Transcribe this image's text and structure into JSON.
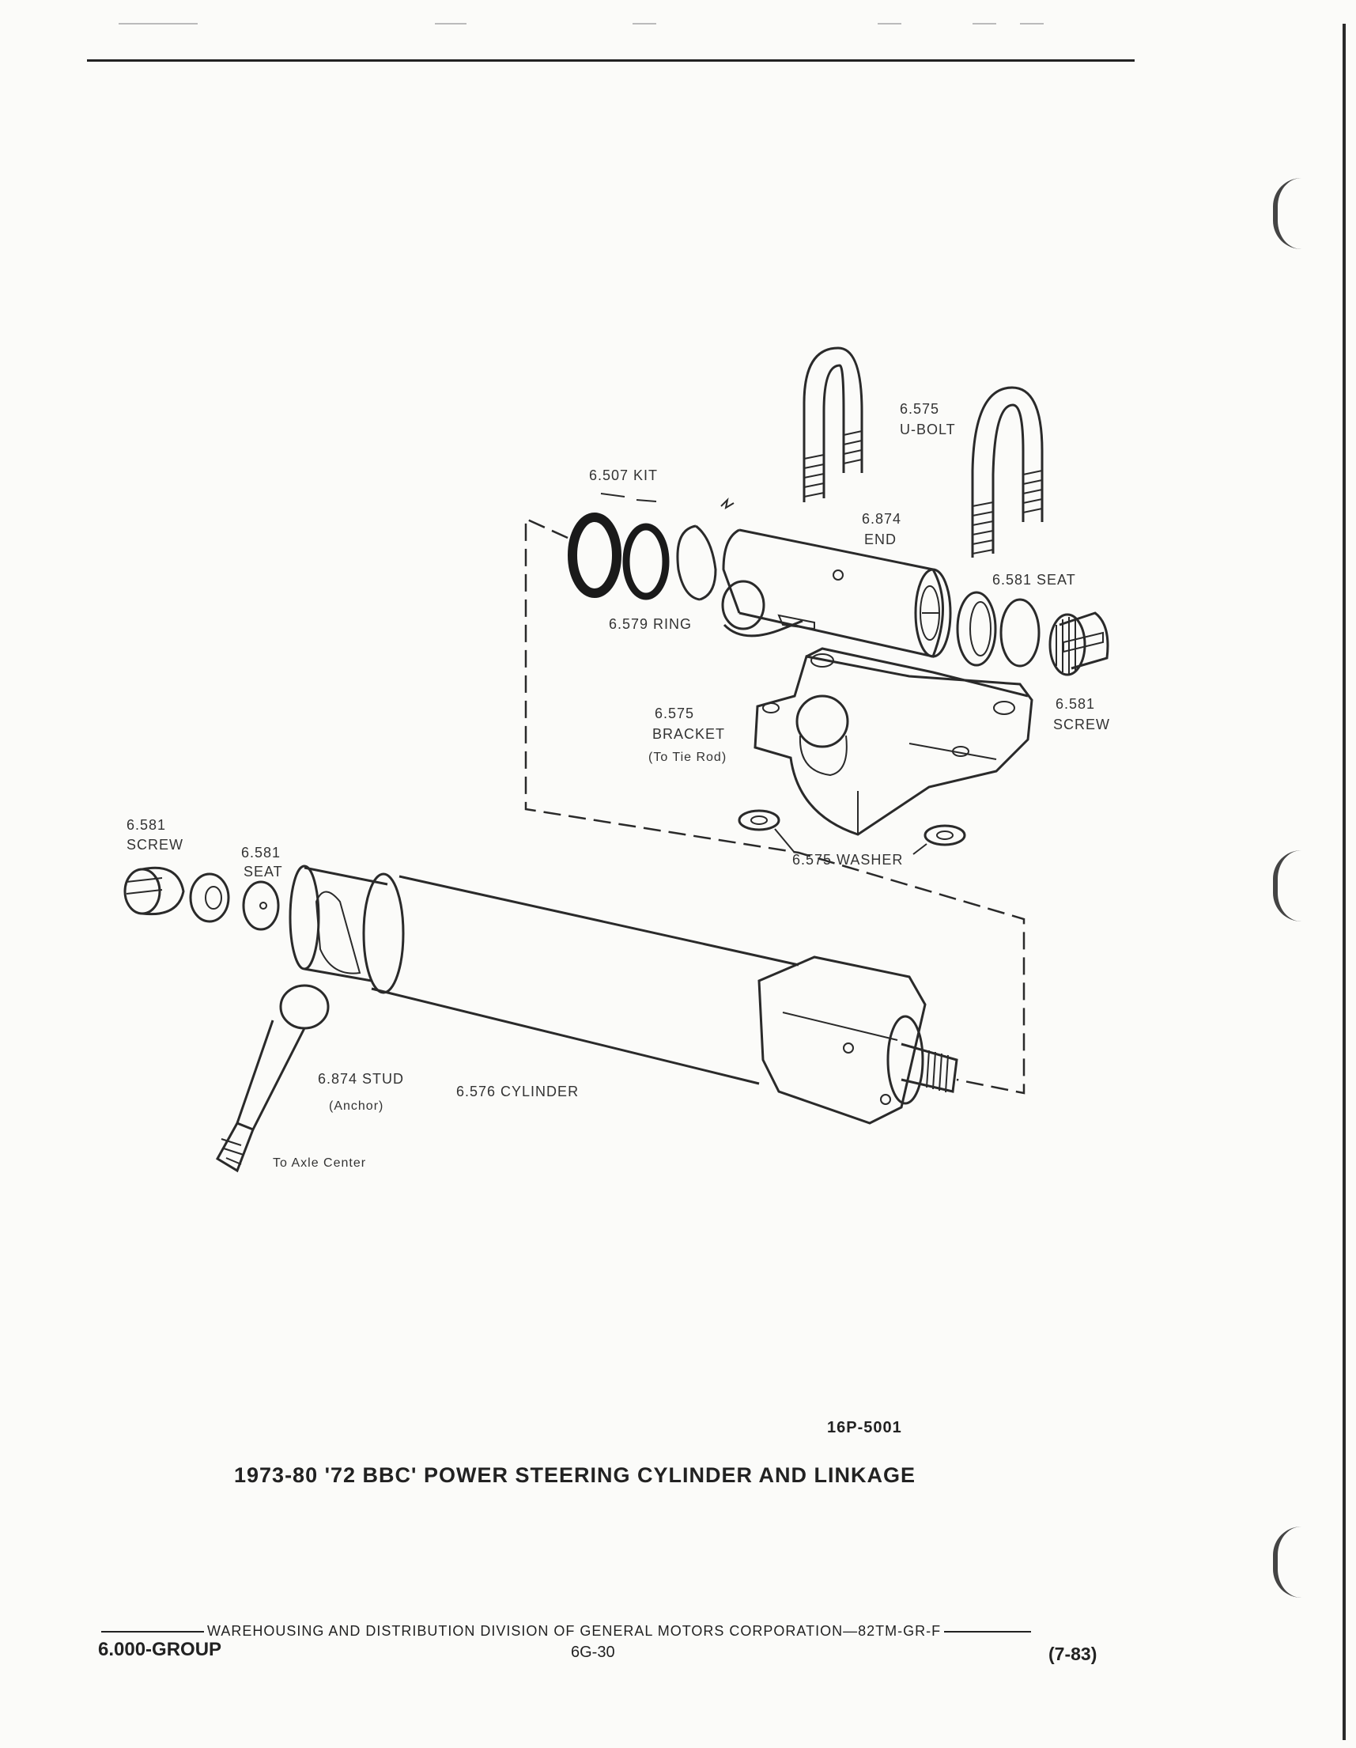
{
  "labels": {
    "kit": "6.507 KIT",
    "ubolt_num": "6.575",
    "ubolt_name": "U-BOLT",
    "end_num": "6.874",
    "end_name": "END",
    "ring": "6.579 RING",
    "seat_right": "6.581 SEAT",
    "screw_right_num": "6.581",
    "screw_right_name": "SCREW",
    "bracket_num": "6.575",
    "bracket_name": "BRACKET",
    "bracket_note": "(To Tie Rod)",
    "washer": "6.575 WASHER",
    "screw_left_num": "6.581",
    "screw_left_name": "SCREW",
    "seat_left_num": "6.581",
    "seat_left_name": "SEAT",
    "stud": "6.874 STUD",
    "stud_note": "(Anchor)",
    "cylinder": "6.576 CYLINDER",
    "axle": "To Axle Center"
  },
  "figure": {
    "code": "16P-5001",
    "title": "1973-80 '72 BBC' POWER STEERING CYLINDER AND LINKAGE"
  },
  "footer": {
    "division": "WAREHOUSING AND DISTRIBUTION  DIVISION OF GENERAL MOTORS CORPORATION—82TM-GR-F",
    "section": "6.000-GROUP",
    "page": "6G-30",
    "date": "(7-83)"
  }
}
